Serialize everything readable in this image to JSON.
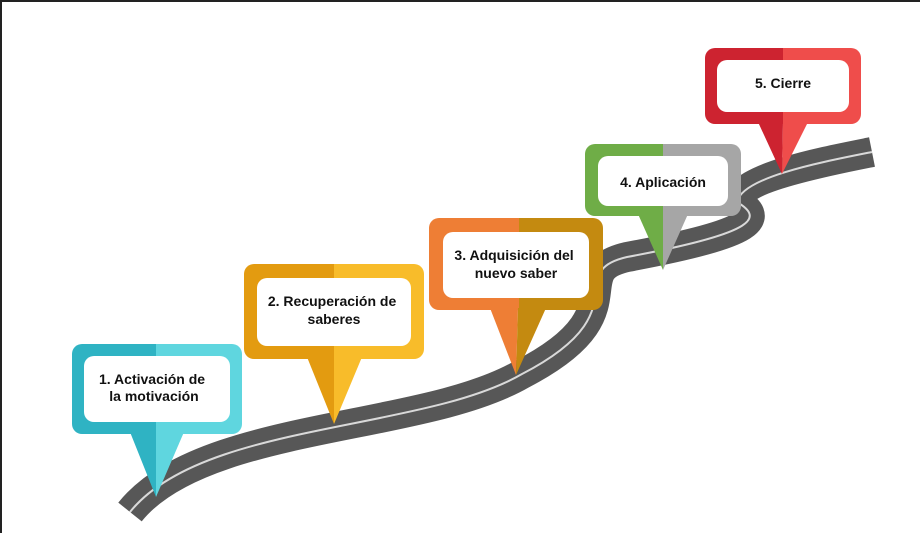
{
  "steps": [
    {
      "lines": [
        "1.   Activación de",
        "la motivación"
      ],
      "color_left": "#2fb3c3",
      "color_right": "#5fd6df"
    },
    {
      "lines": [
        "2. Recuperación de",
        "saberes"
      ],
      "color_left": "#e39b10",
      "color_right": "#f8bc2a"
    },
    {
      "lines": [
        "3. Adquisición del",
        "nuevo saber"
      ],
      "color_left": "#ee7e35",
      "color_right": "#c48a10"
    },
    {
      "lines": [
        "4. Aplicación"
      ],
      "color_left": "#6fad47",
      "color_right": "#a6a6a6"
    },
    {
      "lines": [
        "5. Cierre"
      ],
      "color_left": "#cd2330",
      "color_right": "#ef4d4b"
    }
  ],
  "road": {
    "color": "#575757",
    "line_color": "#d9d9d9"
  }
}
